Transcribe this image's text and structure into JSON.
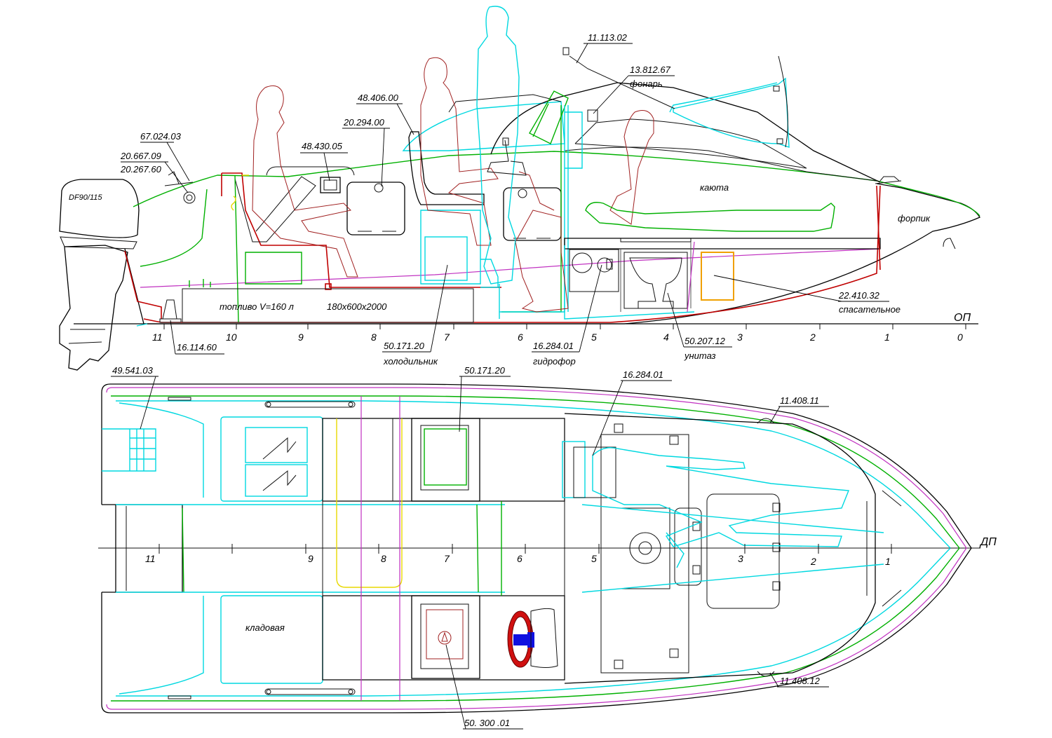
{
  "side_view": {
    "waterline_label": "ОП",
    "frame_numbers": [
      "11",
      "10",
      "9",
      "8",
      "7",
      "6",
      "5",
      "4",
      "3",
      "2",
      "1",
      "0"
    ],
    "engine_label": "DF90/115",
    "fuel_tank_label": "топливо V=160 л",
    "fuel_tank_dims": "180х600х2000",
    "cabin_label": "каюта",
    "forepeak_label": "форпик",
    "callouts": {
      "c_67_024_03": "67.024.03",
      "c_20_667_09": "20.667.09",
      "c_20_267_60": "20.267.60",
      "c_48_430_05": "48.430.05",
      "c_20_294_00": "20.294.00",
      "c_48_406_00": "48.406.00",
      "c_11_113_02": "11.113.02",
      "c_13_812_67": "13.812.67",
      "c_13_812_67_name": "фонарь",
      "c_22_410_32": "22.410.32",
      "c_22_410_32_name": "спасательное",
      "c_16_114_60": "16.114.60",
      "c_50_171_20": "50.171.20",
      "c_50_171_20_name": "холодильник",
      "c_16_284_01": "16.284.01",
      "c_16_284_01_name": "гидрофор",
      "c_50_207_12": "50.207.12",
      "c_50_207_12_name": "унитаз"
    }
  },
  "plan_view": {
    "centerline_label": "ДП",
    "frame_numbers": [
      "11",
      "9",
      "8",
      "7",
      "6",
      "5",
      "3",
      "2",
      "1"
    ],
    "storage_label": "кладовая",
    "callouts": {
      "c_49_541_03": "49.541.03",
      "c_50_171_20": "50.171.20",
      "c_16_284_01": "16.284.01",
      "c_11_408_11": "11.408.11",
      "c_11_408_12": "11.408.12",
      "c_50_300_01": "50. 300 .01"
    }
  },
  "colors": {
    "hull_outline": "#000000",
    "deck_line": "#00b000",
    "cabin_structure": "#00d8e0",
    "bulkheads": "#c00000",
    "figures": "#a02020",
    "liner": "#c030c0",
    "hatch": "#e8d800",
    "life_raft": "#f0a000",
    "steering_wheel": "#d01010",
    "steering_hub": "#1010e0"
  }
}
